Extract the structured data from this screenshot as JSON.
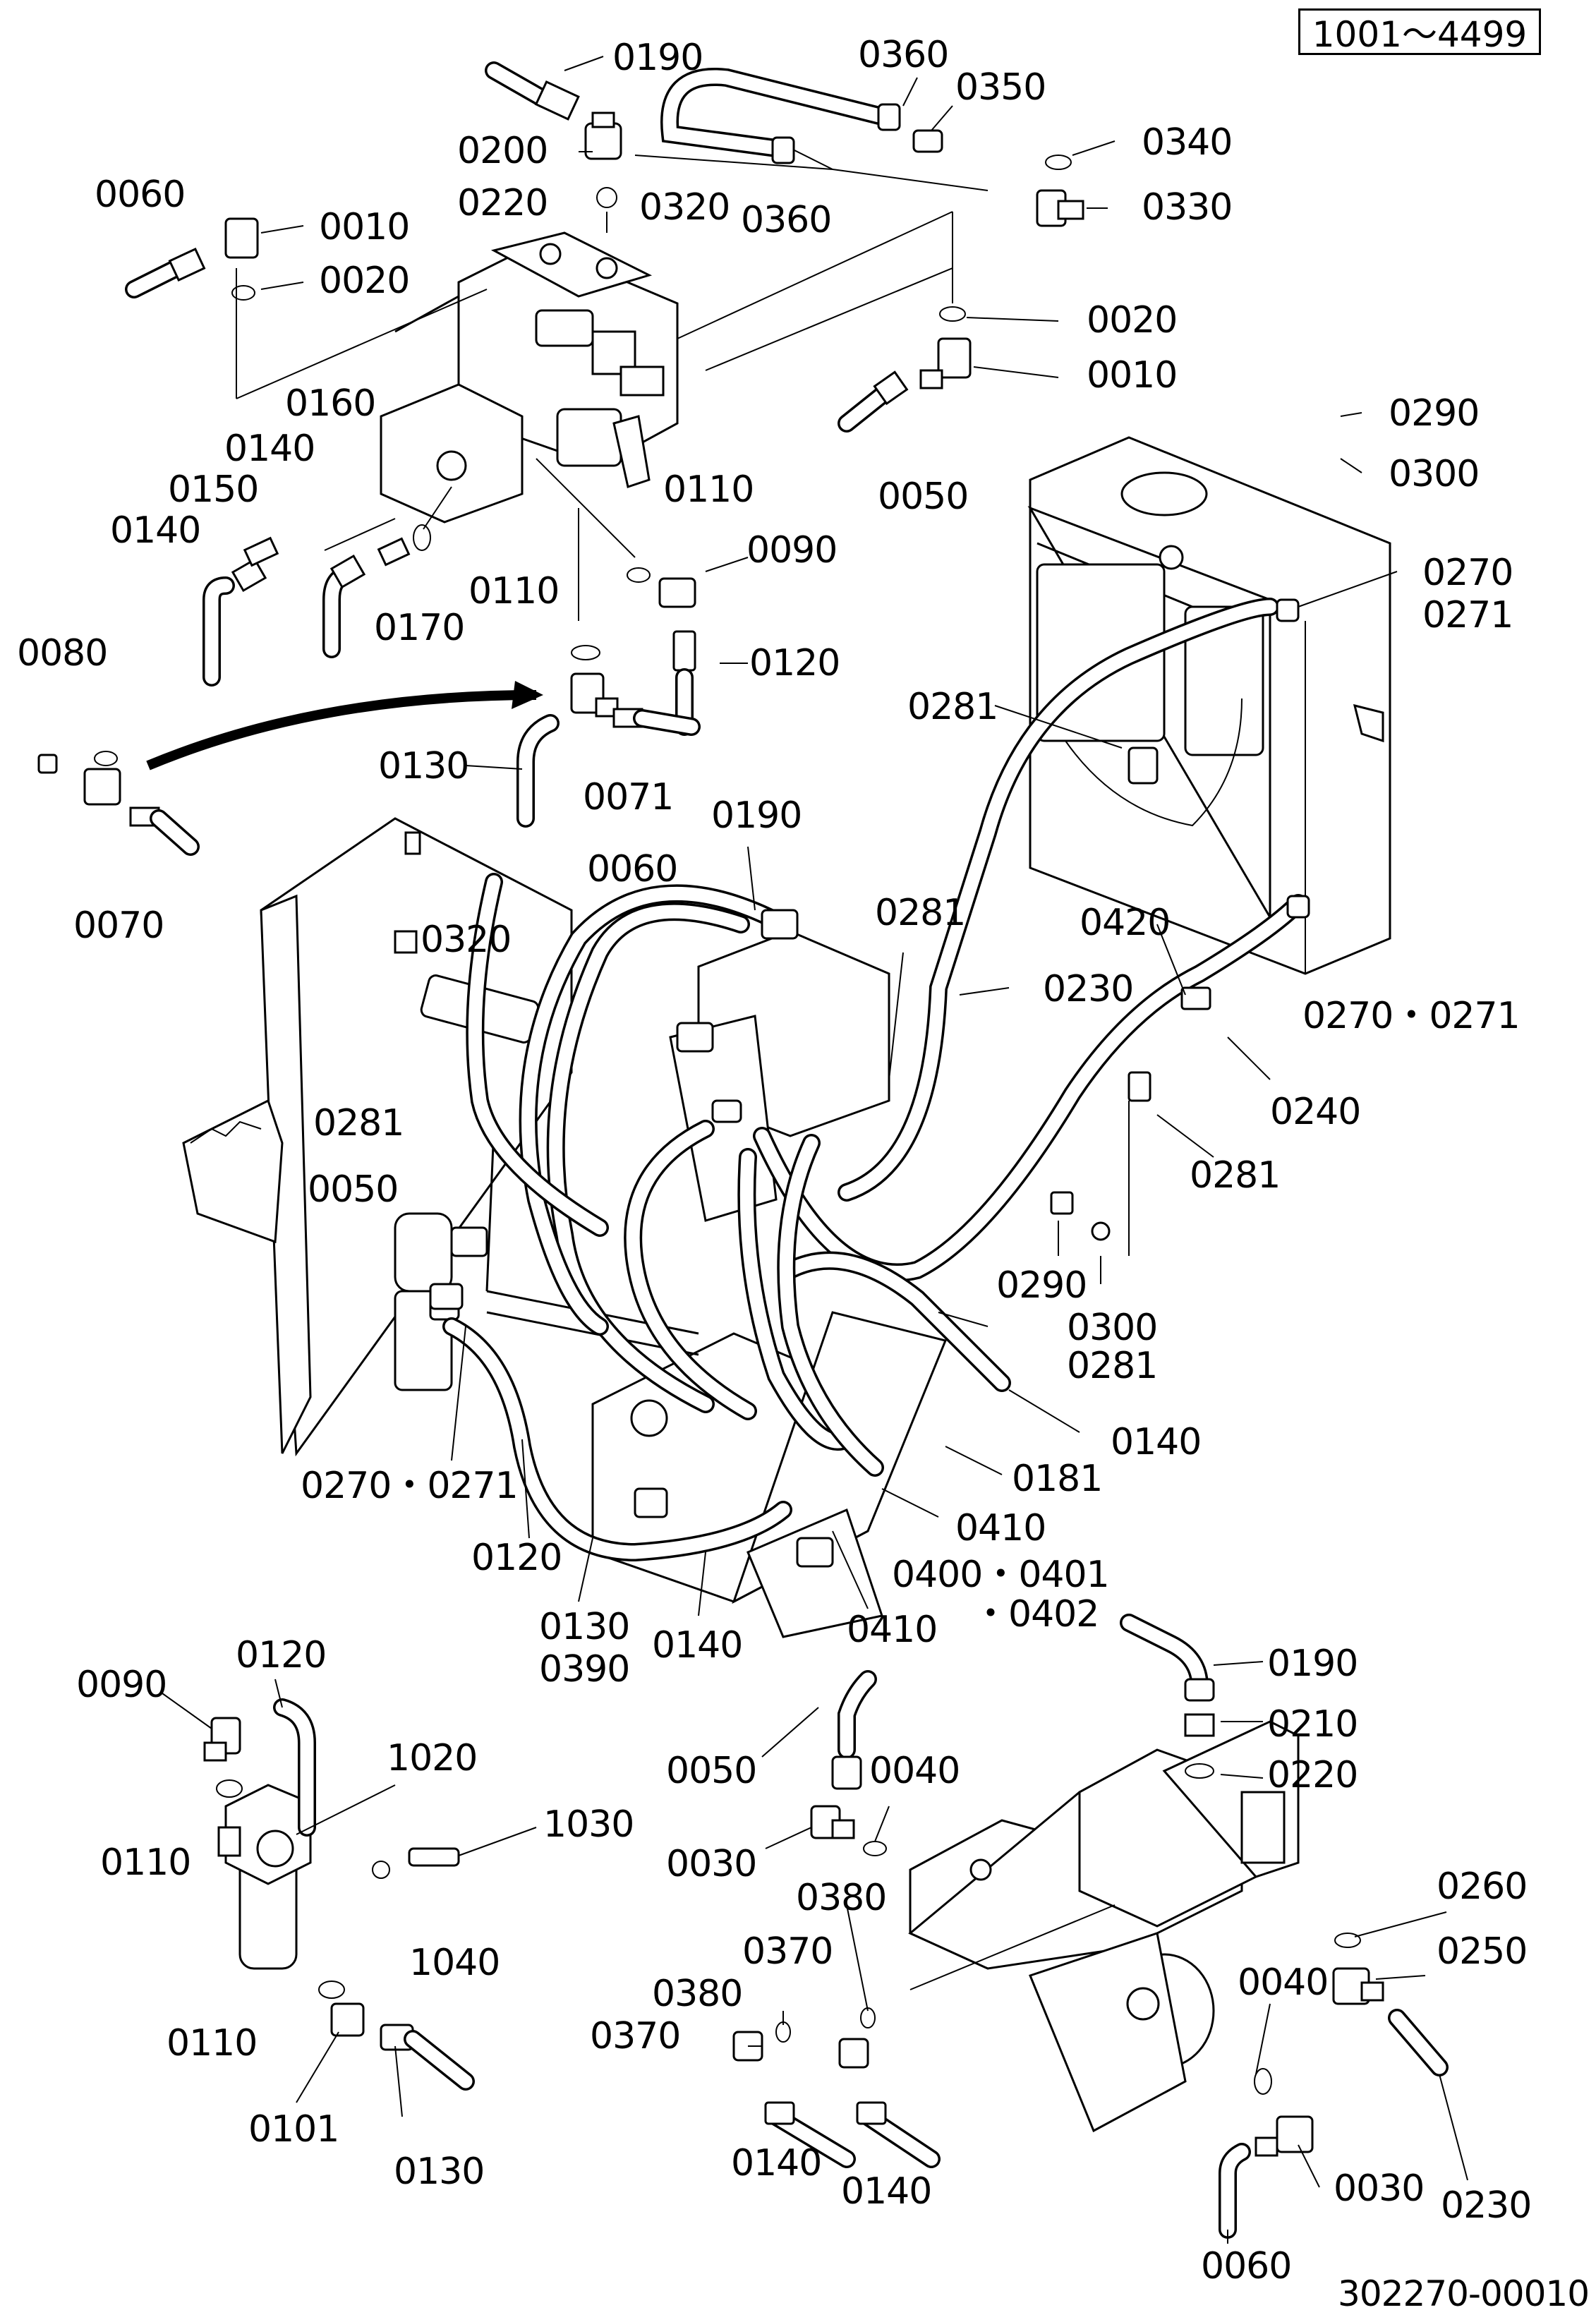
{
  "range_label": "1001～4499",
  "document_number": "302270-00010",
  "callouts": [
    {
      "id": "c0190a",
      "text": "0190"
    },
    {
      "id": "c0360a",
      "text": "0360"
    },
    {
      "id": "c0350",
      "text": "0350"
    },
    {
      "id": "c0340",
      "text": "0340"
    },
    {
      "id": "c0200",
      "text": "0200"
    },
    {
      "id": "c0220a",
      "text": "0220"
    },
    {
      "id": "c0320a",
      "text": "0320"
    },
    {
      "id": "c0360b",
      "text": "0360"
    },
    {
      "id": "c0330",
      "text": "0330"
    },
    {
      "id": "c0060a",
      "text": "0060"
    },
    {
      "id": "c0010a",
      "text": "0010"
    },
    {
      "id": "c0020a",
      "text": "0020"
    },
    {
      "id": "c0020b",
      "text": "0020"
    },
    {
      "id": "c0010b",
      "text": "0010"
    },
    {
      "id": "c0290a",
      "text": "0290"
    },
    {
      "id": "c0300a",
      "text": "0300"
    },
    {
      "id": "c0160",
      "text": "0160"
    },
    {
      "id": "c0140a",
      "text": "0140"
    },
    {
      "id": "c0150",
      "text": "0150"
    },
    {
      "id": "c0140b",
      "text": "0140"
    },
    {
      "id": "c0050a",
      "text": "0050"
    },
    {
      "id": "c0110a",
      "text": "0110"
    },
    {
      "id": "c0090a",
      "text": "0090"
    },
    {
      "id": "c0110b",
      "text": "0110"
    },
    {
      "id": "c0170",
      "text": "0170"
    },
    {
      "id": "c0270a",
      "text": "0270"
    },
    {
      "id": "c0271a",
      "text": "0271"
    },
    {
      "id": "c0080",
      "text": "0080"
    },
    {
      "id": "c0120a",
      "text": "0120"
    },
    {
      "id": "c0281a",
      "text": "0281"
    },
    {
      "id": "c0130a",
      "text": "0130"
    },
    {
      "id": "c0071",
      "text": "0071"
    },
    {
      "id": "c0070",
      "text": "0070"
    },
    {
      "id": "c0190b",
      "text": "0190"
    },
    {
      "id": "c0060b",
      "text": "0060"
    },
    {
      "id": "c0281b",
      "text": "0281"
    },
    {
      "id": "c0420",
      "text": "0420"
    },
    {
      "id": "c0320b",
      "text": "0320"
    },
    {
      "id": "c0230a",
      "text": "0230"
    },
    {
      "id": "c0270b",
      "text": "0270・0271"
    },
    {
      "id": "c0240",
      "text": "0240"
    },
    {
      "id": "c0281c",
      "text": "0281"
    },
    {
      "id": "c0281d",
      "text": "0281"
    },
    {
      "id": "c0050b",
      "text": "0050"
    },
    {
      "id": "c0290b",
      "text": "0290"
    },
    {
      "id": "c0300b",
      "text": "0300"
    },
    {
      "id": "c0281e",
      "text": "0281"
    },
    {
      "id": "c0140c",
      "text": "0140"
    },
    {
      "id": "c0181",
      "text": "0181"
    },
    {
      "id": "c0270c",
      "text": "0270・0271"
    },
    {
      "id": "c0410a",
      "text": "0410"
    },
    {
      "id": "c0120b",
      "text": "0120"
    },
    {
      "id": "c0400",
      "text": "0400・0401"
    },
    {
      "id": "c0402",
      "text": "・0402"
    },
    {
      "id": "c0130b",
      "text": "0130"
    },
    {
      "id": "c0390",
      "text": "0390"
    },
    {
      "id": "c0140d",
      "text": "0140"
    },
    {
      "id": "c0410b",
      "text": "0410"
    },
    {
      "id": "c0190c",
      "text": "0190"
    },
    {
      "id": "c0120c",
      "text": "0120"
    },
    {
      "id": "c0090b",
      "text": "0090"
    },
    {
      "id": "c0210",
      "text": "0210"
    },
    {
      "id": "c1020",
      "text": "1020"
    },
    {
      "id": "c0220b",
      "text": "0220"
    },
    {
      "id": "c0050c",
      "text": "0050"
    },
    {
      "id": "c0040a",
      "text": "0040"
    },
    {
      "id": "c0110c",
      "text": "0110"
    },
    {
      "id": "c1030",
      "text": "1030"
    },
    {
      "id": "c0030a",
      "text": "0030"
    },
    {
      "id": "c0260",
      "text": "0260"
    },
    {
      "id": "c0380a",
      "text": "0380"
    },
    {
      "id": "c0250",
      "text": "0250"
    },
    {
      "id": "c1040",
      "text": "1040"
    },
    {
      "id": "c0370a",
      "text": "0370"
    },
    {
      "id": "c0040b",
      "text": "0040"
    },
    {
      "id": "c0380b",
      "text": "0380"
    },
    {
      "id": "c0370b",
      "text": "0370"
    },
    {
      "id": "c0110d",
      "text": "0110"
    },
    {
      "id": "c0101",
      "text": "0101"
    },
    {
      "id": "c0230b",
      "text": "0230"
    },
    {
      "id": "c0130c",
      "text": "0130"
    },
    {
      "id": "c0140e",
      "text": "0140"
    },
    {
      "id": "c0140f",
      "text": "0140"
    },
    {
      "id": "c0030b",
      "text": "0030"
    },
    {
      "id": "c0060c",
      "text": "0060"
    }
  ]
}
